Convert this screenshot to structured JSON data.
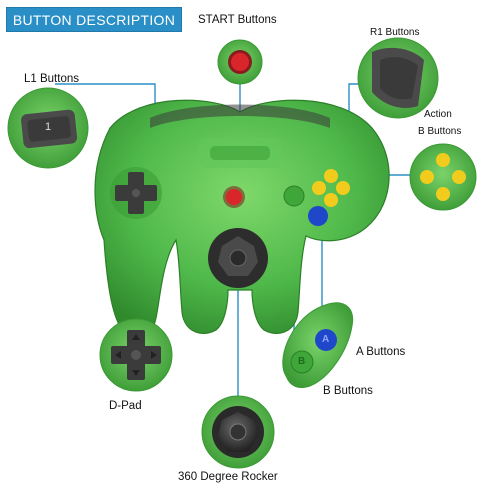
{
  "banner": "BUTTON DESCRIPTION",
  "labels": {
    "start": "START Buttons",
    "r1": "R1 Buttons",
    "l1": "L1 Buttons",
    "action": "Action",
    "b_buttons_action": "B Buttons",
    "a_buttons": "A Buttons",
    "b_buttons": "B Buttons",
    "dpad": "D-Pad",
    "rocker": "360 Degree Rocker"
  },
  "glyphs": {
    "l1_key": "1",
    "b_key": "B",
    "a_key": "A"
  },
  "colors": {
    "banner": "#2a8fc6",
    "callout_line": "#2a8fc6",
    "controller": "#4fb84a",
    "controller_dark": "#2f8a2c",
    "start_button": "#d8262b",
    "yellow_button": "#f2cc1c",
    "blue_button": "#1f47c9"
  }
}
